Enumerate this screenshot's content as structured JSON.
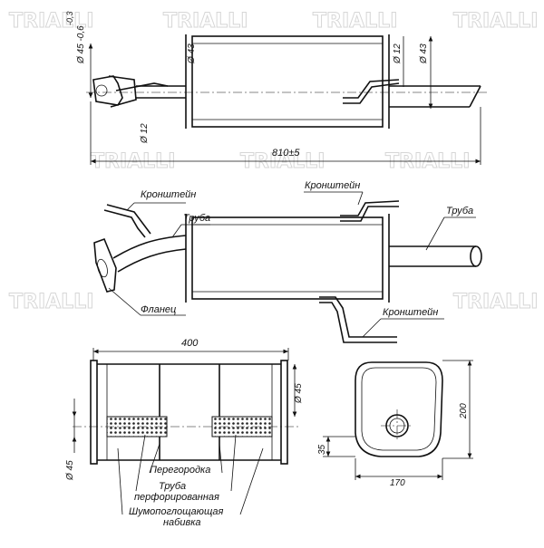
{
  "watermark": "TRIALLI",
  "top_view": {
    "dims": {
      "flange_diameter": "Ø 45 -0,6",
      "flange_tolerance_top": "-0,3",
      "body_height": "Ø 43",
      "hanger_pipe": "Ø 12",
      "outlet_diameter": "Ø 43",
      "inlet_rod": "Ø 12",
      "overall_length": "810±5"
    }
  },
  "side_view": {
    "labels": {
      "bracket_left": "Кронштейн",
      "pipe_left": "Труба",
      "bracket_top": "Кронштейн",
      "pipe_right": "Труба",
      "flange": "Фланец",
      "bracket_bottom": "Кронштейн"
    }
  },
  "section_view": {
    "dims": {
      "length": "400",
      "inner_diameter": "Ø 45",
      "pipe_diameter_left": "Ø 45"
    },
    "labels": {
      "baffle": "Перегородка",
      "perforated_pipe_1": "Труба",
      "perforated_pipe_2": "перфорированная",
      "packing_1": "Шумопоглощающая",
      "packing_2": "набивка"
    }
  },
  "end_view": {
    "dims": {
      "height": "200",
      "width": "170",
      "offset": "35"
    }
  }
}
